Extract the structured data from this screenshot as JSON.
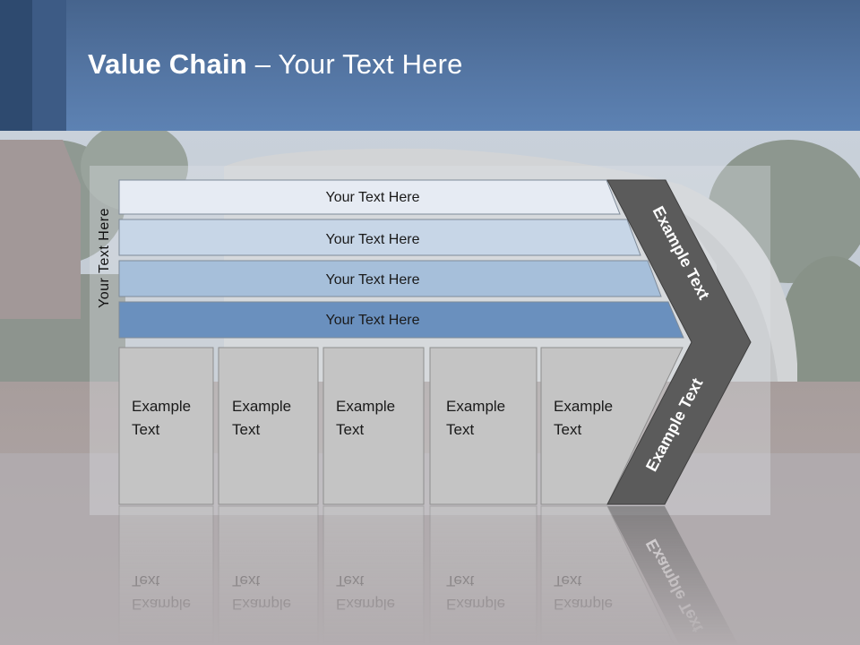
{
  "slide": {
    "title_bold": "Value Chain",
    "title_rest": " – Your Text Here"
  },
  "diagram": {
    "side_label": "Your Text Here",
    "rows": [
      {
        "label": "Your Text Here",
        "color": "#e6ebf3"
      },
      {
        "label": "Your Text Here",
        "color": "#c7d6e7"
      },
      {
        "label": "Your Text Here",
        "color": "#a6bfda"
      },
      {
        "label": "Your Text Here",
        "color": "#6a90be"
      }
    ],
    "columns": [
      {
        "line1": "Example",
        "line2": "Text"
      },
      {
        "line1": "Example",
        "line2": "Text"
      },
      {
        "line1": "Example",
        "line2": "Text"
      },
      {
        "line1": "Example",
        "line2": "Text"
      },
      {
        "line1": "Example",
        "line2": "Text"
      }
    ],
    "chevron_upper_label": "Example Text",
    "chevron_lower_label": "Example Text",
    "chevron_color": "#5b5b5b",
    "column_color": "#c4c4c4"
  }
}
